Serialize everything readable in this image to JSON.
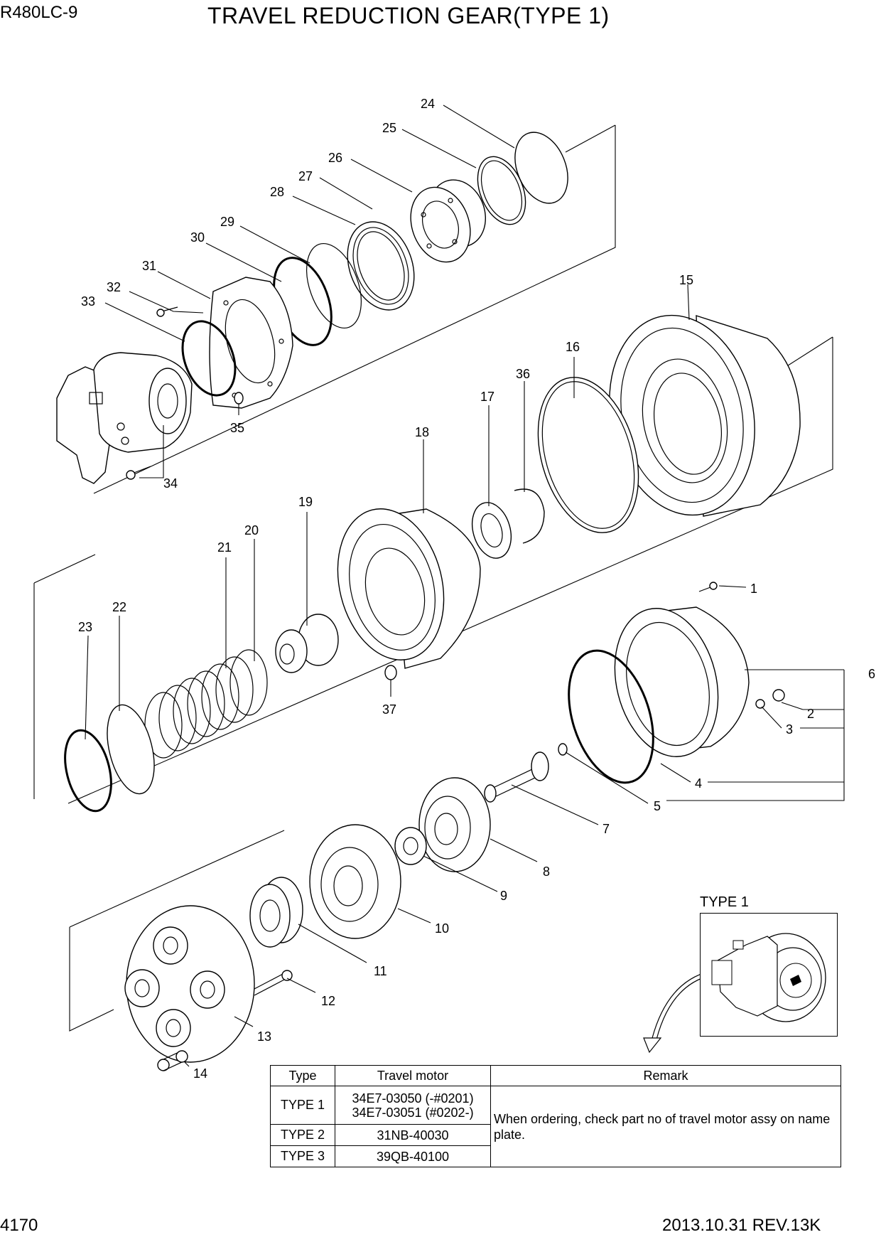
{
  "header": {
    "model": "R480LC-9",
    "title": "TRAVEL REDUCTION GEAR(TYPE 1)"
  },
  "callouts": [
    "1",
    "2",
    "3",
    "4",
    "5",
    "6",
    "7",
    "8",
    "9",
    "10",
    "11",
    "12",
    "13",
    "14",
    "15",
    "16",
    "17",
    "18",
    "19",
    "20",
    "21",
    "22",
    "23",
    "24",
    "25",
    "26",
    "27",
    "28",
    "29",
    "30",
    "31",
    "32",
    "33",
    "34",
    "35",
    "36",
    "37"
  ],
  "inset": {
    "label": "TYPE 1"
  },
  "table": {
    "headers": [
      "Type",
      "Travel motor",
      "Remark"
    ],
    "rows": [
      {
        "type": "TYPE 1",
        "motor_line1": "34E7-03050 (-#0201)",
        "motor_line2": "34E7-03051 (#0202-)"
      },
      {
        "type": "TYPE 2",
        "motor_line1": "31NB-40030"
      },
      {
        "type": "TYPE 3",
        "motor_line1": "39QB-40100"
      }
    ],
    "remark": "When ordering, check part no of travel motor assy on name plate."
  },
  "footer": {
    "page_number": "4170",
    "revision": "2013.10.31  REV.13K"
  }
}
